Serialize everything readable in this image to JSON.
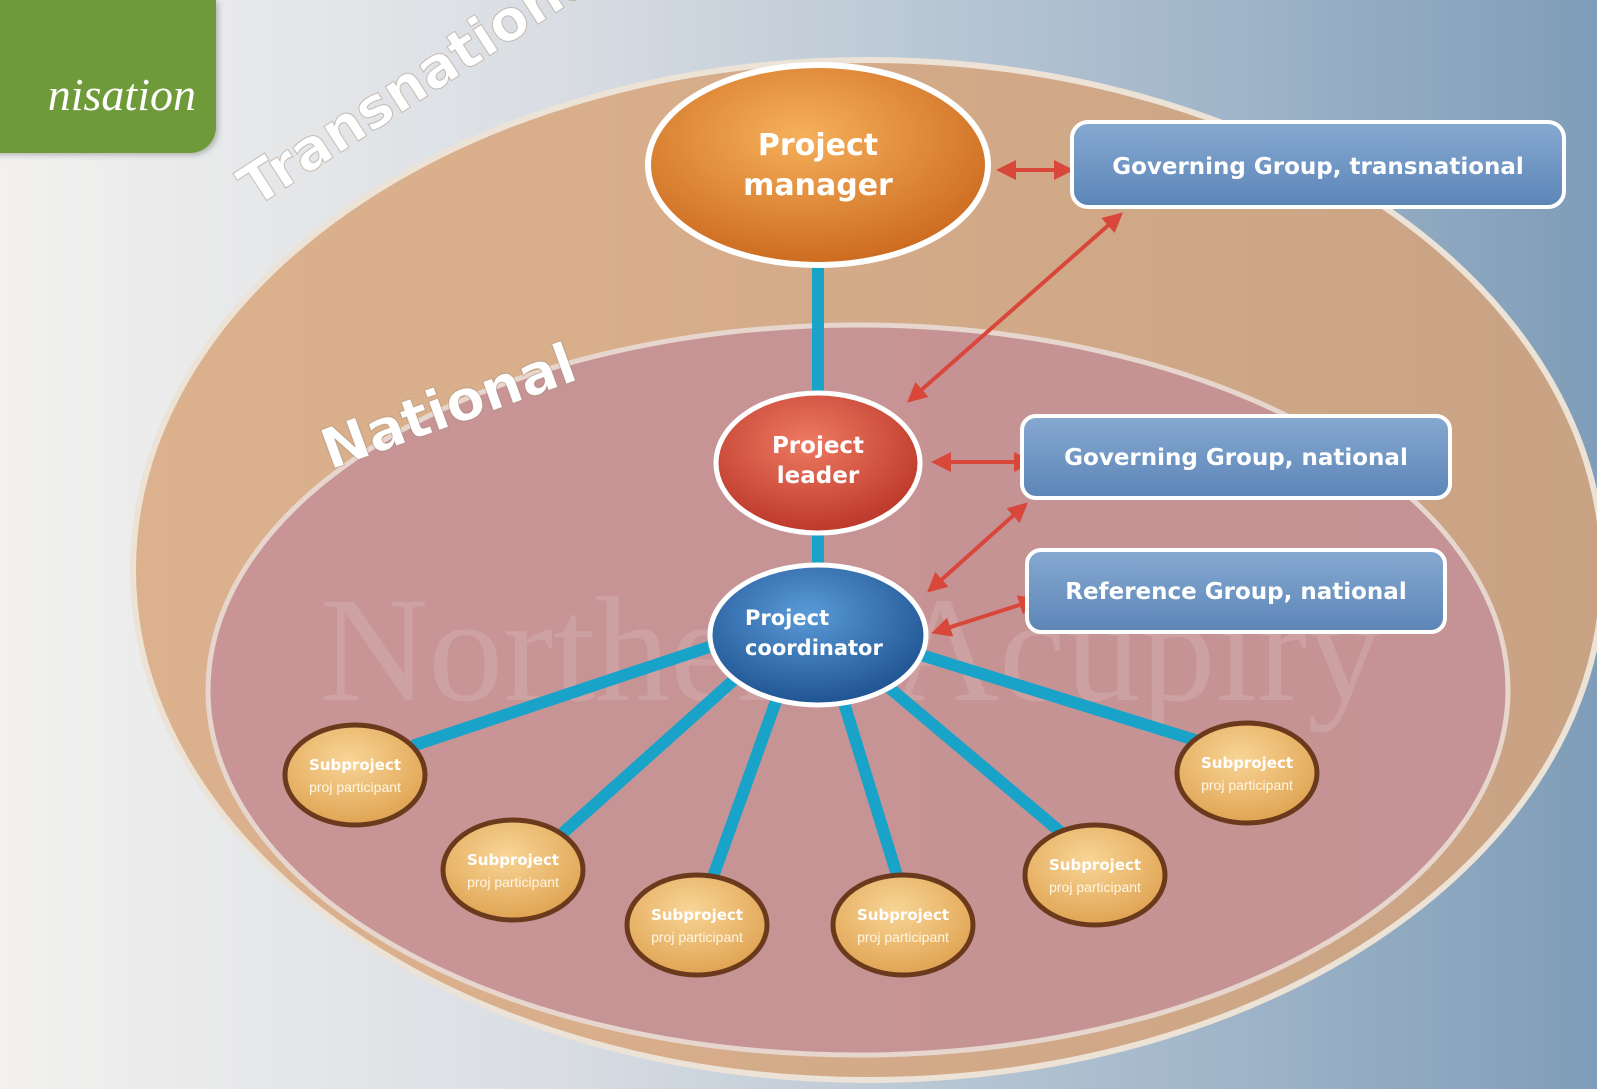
{
  "title": "nisation",
  "zones": {
    "outer_label": "Transnational",
    "inner_label": "National"
  },
  "nodes": {
    "manager": [
      "Project",
      "manager"
    ],
    "leader": [
      "Project",
      "leader"
    ],
    "coordinator": [
      "Project",
      "coordinator"
    ]
  },
  "groups": {
    "gov_transnational": "Governing Group, transnational",
    "gov_national": "Governing Group, national",
    "ref_national": "Reference Group, national"
  },
  "subprojects": [
    {
      "title": "Subproject",
      "role": "proj participant"
    },
    {
      "title": "Subproject",
      "role": "proj participant"
    },
    {
      "title": "Subproject",
      "role": "proj participant"
    },
    {
      "title": "Subproject",
      "role": "proj participant"
    },
    {
      "title": "Subproject",
      "role": "proj participant"
    },
    {
      "title": "Subproject",
      "role": "proj participant"
    }
  ],
  "colors": {
    "connector": "#1aa3c9",
    "arrow": "#d9473b",
    "group_box": "#6f96c4",
    "manager": "#e58a2c",
    "leader": "#d64a3a",
    "coordinator": "#2c6fb3",
    "subproject": "#f1bd6e"
  },
  "background_watermark": "Northern Acupiry"
}
